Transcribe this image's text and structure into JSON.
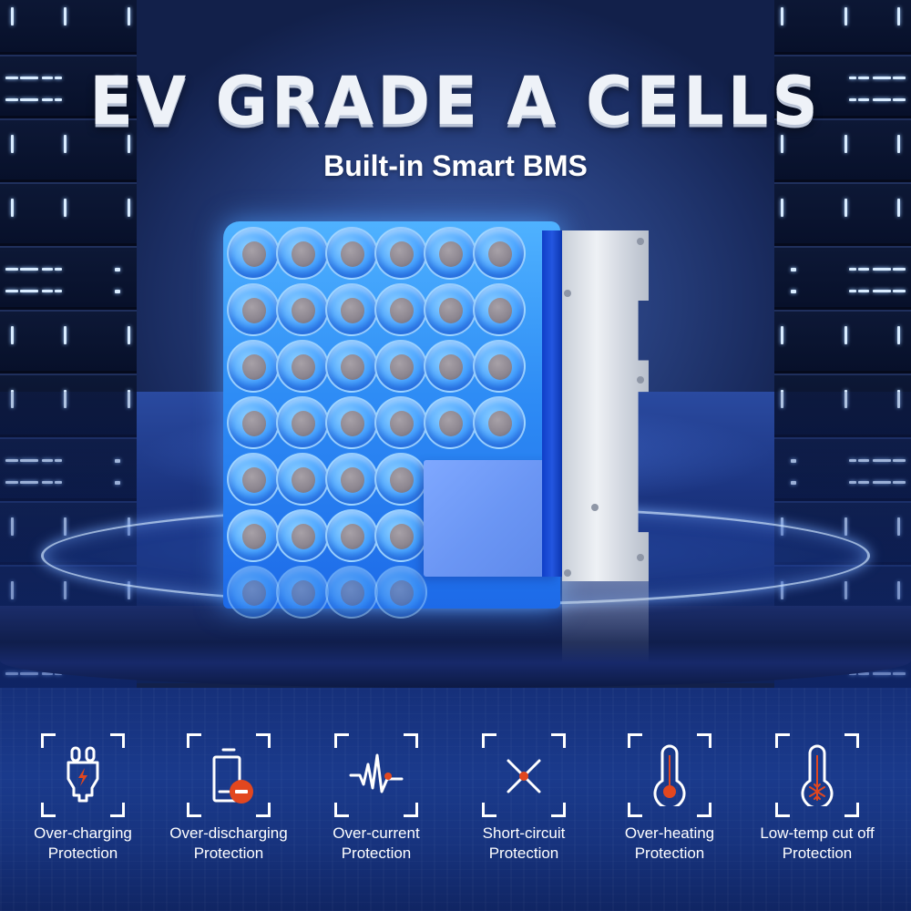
{
  "header": {
    "title": "EV GRADE A CELLS",
    "subtitle": "Built-in Smart BMS"
  },
  "product": {
    "name": "battery-pack",
    "cell_grid": {
      "rows": 6,
      "cols": 6
    },
    "colors": {
      "cell_blue": "#3a96ff",
      "terminal_gray": "#8c8690",
      "bms_plate": "#e3e7ee",
      "pcb_blue": "#1f50d8"
    }
  },
  "theme": {
    "background": "#1a2c60",
    "accent_red": "#e2471f",
    "icon_white": "#ffffff"
  },
  "features": [
    {
      "icon": "plug-bolt-icon",
      "line1": "Over-charging",
      "line2": "Protection"
    },
    {
      "icon": "phone-battery-minus-icon",
      "line1": "Over-discharging",
      "line2": "Protection"
    },
    {
      "icon": "pulse-wave-icon",
      "line1": "Over-current",
      "line2": "Protection"
    },
    {
      "icon": "cross-dot-icon",
      "line1": "Short-circuit",
      "line2": "Protection"
    },
    {
      "icon": "thermometer-hot-icon",
      "line1": "Over-heating",
      "line2": "Protection"
    },
    {
      "icon": "thermometer-snowflake-icon",
      "line1": "Low-temp cut off",
      "line2": "Protection"
    }
  ]
}
